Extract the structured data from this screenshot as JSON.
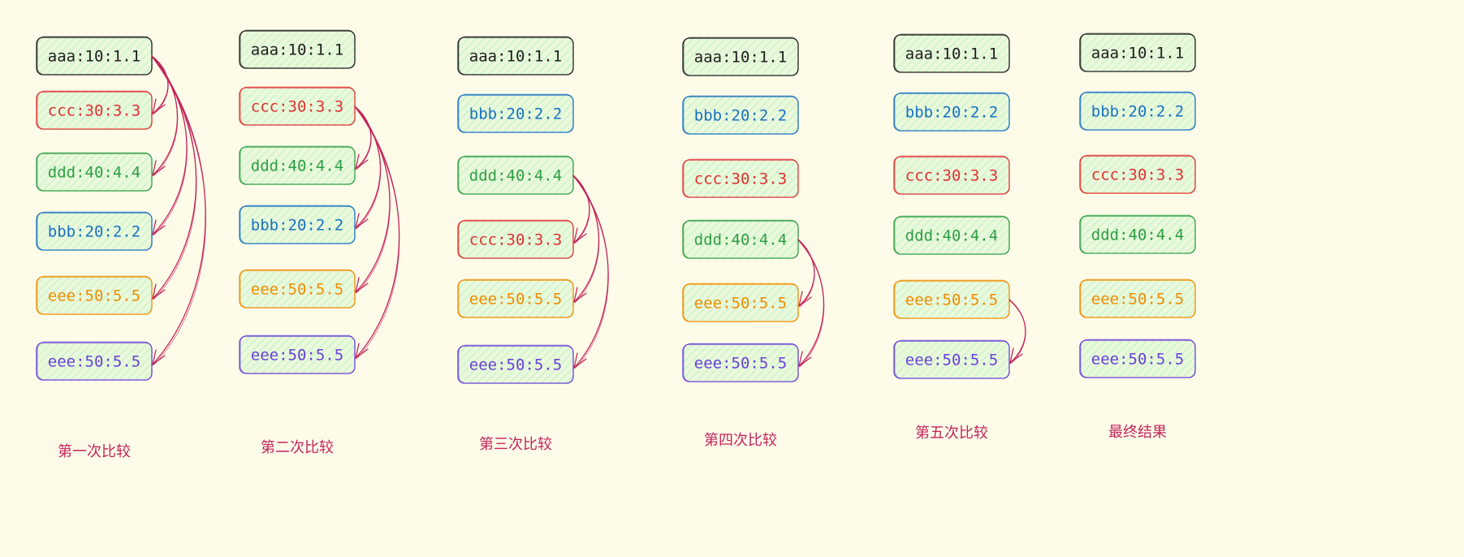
{
  "colors": {
    "background": "#fefce9",
    "arrow": "#c2255c",
    "caption": "#c2255c",
    "hatch": "#b2f2bb",
    "node_fill": "#eaf8dc"
  },
  "columns": [
    {
      "caption": "第一次比较",
      "nodes": [
        {
          "label": "aaa:10:1.1",
          "color": "#1e1e1e"
        },
        {
          "label": "ccc:30:3.3",
          "color": "#e03131"
        },
        {
          "label": "ddd:40:4.4",
          "color": "#2f9e44"
        },
        {
          "label": "bbb:20:2.2",
          "color": "#1971c2"
        },
        {
          "label": "eee:50:5.5",
          "color": "#f08c00"
        },
        {
          "label": "eee:50:5.5",
          "color": "#6741d9"
        }
      ],
      "arrows_from": 0
    },
    {
      "caption": "第二次比较",
      "nodes": [
        {
          "label": "aaa:10:1.1",
          "color": "#1e1e1e"
        },
        {
          "label": "ccc:30:3.3",
          "color": "#e03131"
        },
        {
          "label": "ddd:40:4.4",
          "color": "#2f9e44"
        },
        {
          "label": "bbb:20:2.2",
          "color": "#1971c2"
        },
        {
          "label": "eee:50:5.5",
          "color": "#f08c00"
        },
        {
          "label": "eee:50:5.5",
          "color": "#6741d9"
        }
      ],
      "arrows_from": 1
    },
    {
      "caption": "第三次比较",
      "nodes": [
        {
          "label": "aaa:10:1.1",
          "color": "#1e1e1e"
        },
        {
          "label": "bbb:20:2.2",
          "color": "#1971c2"
        },
        {
          "label": "ddd:40:4.4",
          "color": "#2f9e44"
        },
        {
          "label": "ccc:30:3.3",
          "color": "#e03131"
        },
        {
          "label": "eee:50:5.5",
          "color": "#f08c00"
        },
        {
          "label": "eee:50:5.5",
          "color": "#6741d9"
        }
      ],
      "arrows_from": 2
    },
    {
      "caption": "第四次比较",
      "nodes": [
        {
          "label": "aaa:10:1.1",
          "color": "#1e1e1e"
        },
        {
          "label": "bbb:20:2.2",
          "color": "#1971c2"
        },
        {
          "label": "ccc:30:3.3",
          "color": "#e03131"
        },
        {
          "label": "ddd:40:4.4",
          "color": "#2f9e44"
        },
        {
          "label": "eee:50:5.5",
          "color": "#f08c00"
        },
        {
          "label": "eee:50:5.5",
          "color": "#6741d9"
        }
      ],
      "arrows_from": 3
    },
    {
      "caption": "第五次比较",
      "nodes": [
        {
          "label": "aaa:10:1.1",
          "color": "#1e1e1e"
        },
        {
          "label": "bbb:20:2.2",
          "color": "#1971c2"
        },
        {
          "label": "ccc:30:3.3",
          "color": "#e03131"
        },
        {
          "label": "ddd:40:4.4",
          "color": "#2f9e44"
        },
        {
          "label": "eee:50:5.5",
          "color": "#f08c00"
        },
        {
          "label": "eee:50:5.5",
          "color": "#6741d9"
        }
      ],
      "arrows_from": 4
    },
    {
      "caption": "最终结果",
      "nodes": [
        {
          "label": "aaa:10:1.1",
          "color": "#1e1e1e"
        },
        {
          "label": "bbb:20:2.2",
          "color": "#1971c2"
        },
        {
          "label": "ccc:30:3.3",
          "color": "#e03131"
        },
        {
          "label": "ddd:40:4.4",
          "color": "#2f9e44"
        },
        {
          "label": "eee:50:5.5",
          "color": "#f08c00"
        },
        {
          "label": "eee:50:5.5",
          "color": "#6741d9"
        }
      ],
      "arrows_from": null
    }
  ]
}
